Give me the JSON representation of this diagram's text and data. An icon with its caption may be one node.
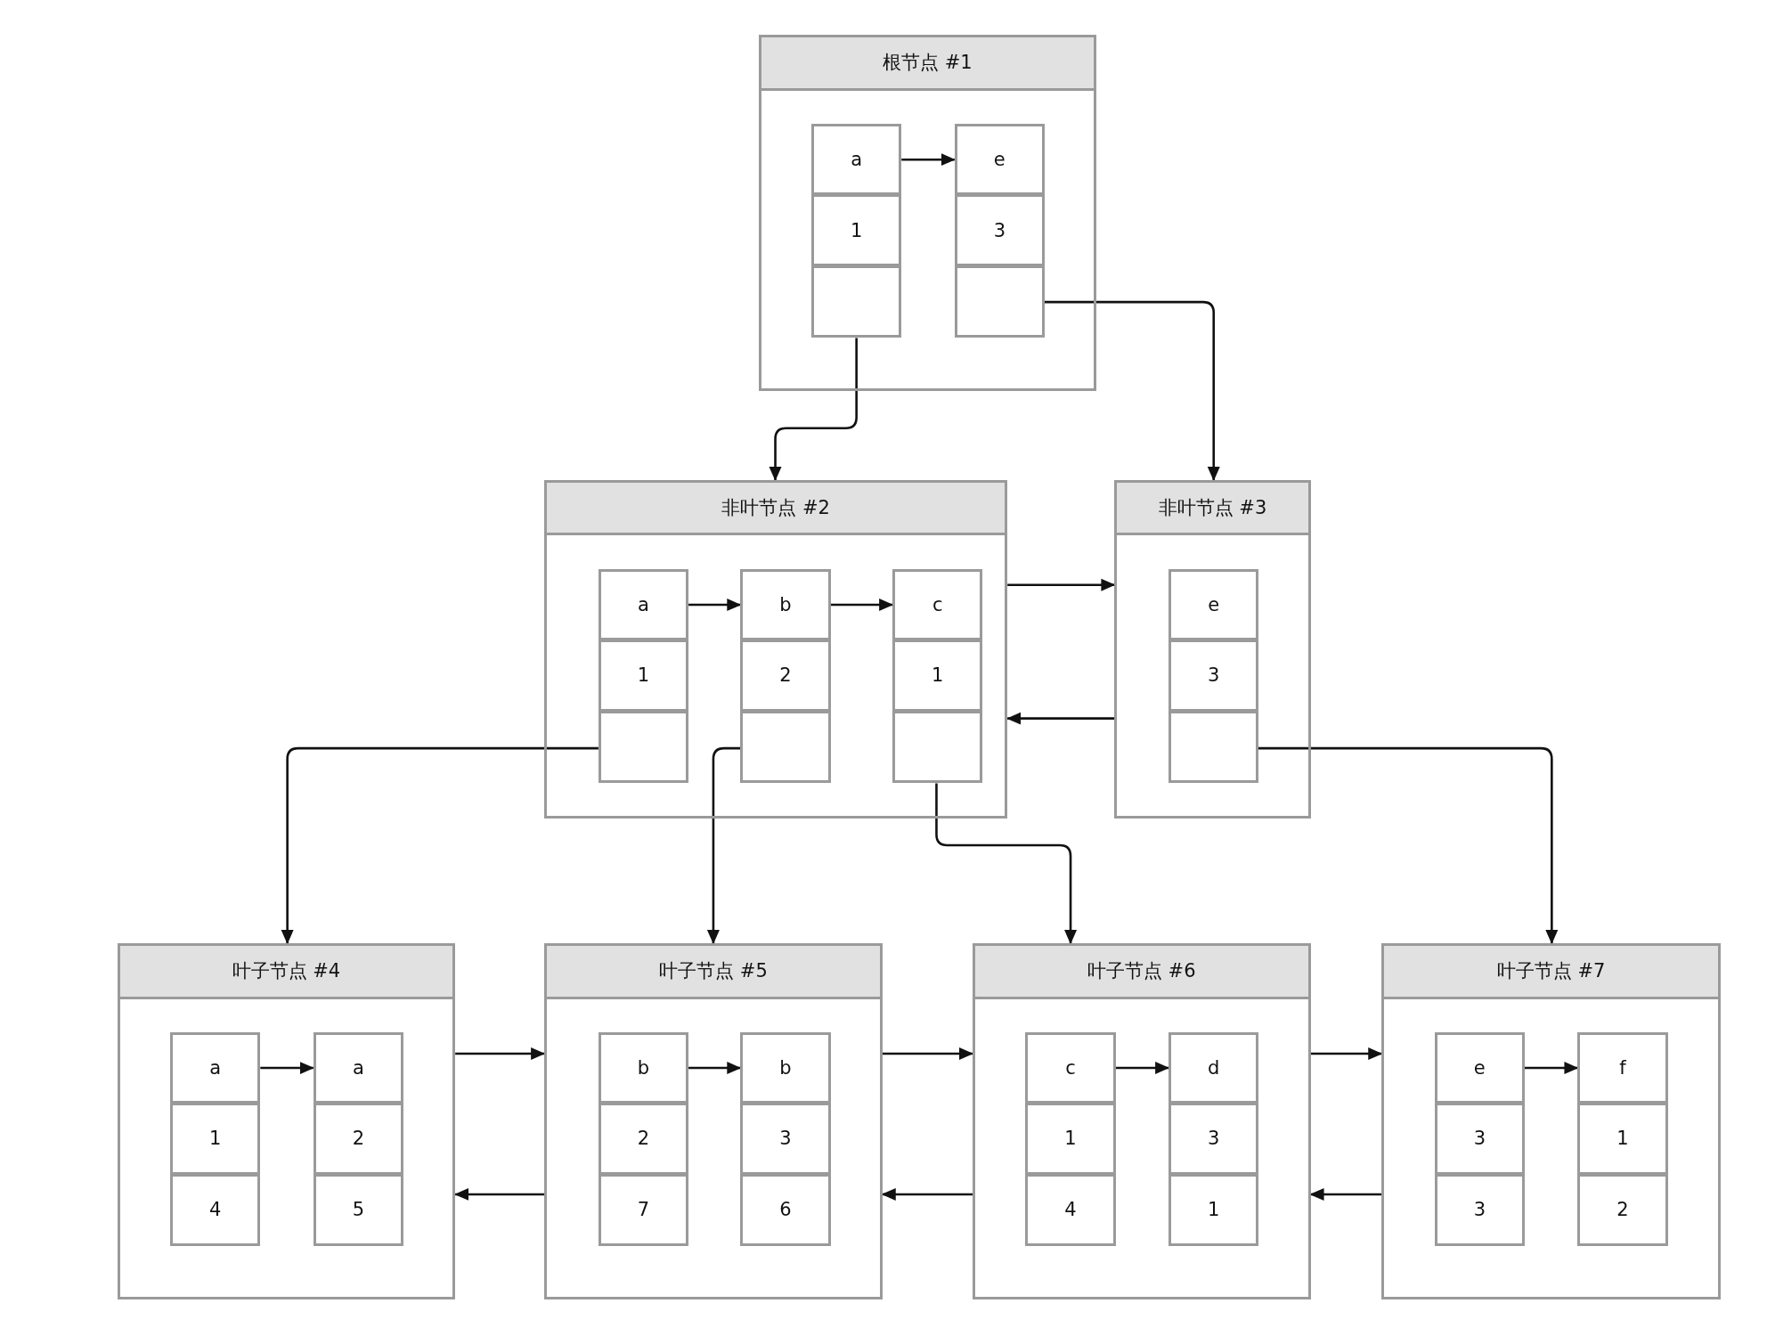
{
  "diagram": {
    "nodes": [
      {
        "text": [
          "根节点 #1"
        ]
      },
      {
        "text": [
          "a"
        ],
        "in": 0
      },
      {
        "text": [
          "1"
        ],
        "in": 0
      },
      {
        "text": [],
        "shape": "box",
        "in": 0
      },
      {
        "text": [
          "e"
        ],
        "in": 0
      },
      {
        "text": [
          "3"
        ],
        "in": 0
      },
      {
        "text": [],
        "shape": "box",
        "in": 0
      },
      {
        "text": [
          "非叶节点 #2"
        ]
      },
      {
        "text": [
          "a"
        ],
        "in": 7
      },
      {
        "text": [
          "1"
        ],
        "in": 7
      },
      {
        "text": [],
        "shape": "box",
        "in": 7
      },
      {
        "text": [
          "b"
        ],
        "in": 7
      },
      {
        "text": [
          "2"
        ],
        "in": 7
      },
      {
        "text": [],
        "shape": "box",
        "in": 7
      },
      {
        "text": [
          "c"
        ],
        "in": 7
      },
      {
        "text": [
          "1"
        ],
        "in": 7
      },
      {
        "text": [],
        "shape": "box",
        "in": 7
      },
      {
        "text": [
          "非叶节点 #3"
        ]
      },
      {
        "text": [
          "e"
        ],
        "in": 17
      },
      {
        "text": [
          "3"
        ],
        "in": 17
      },
      {
        "text": [],
        "shape": "box",
        "in": 17
      },
      {
        "text": [
          "叶子节点 #4"
        ]
      },
      {
        "text": [
          "a"
        ],
        "in": 21
      },
      {
        "text": [
          "1"
        ],
        "in": 21
      },
      {
        "text": [
          "4"
        ],
        "in": 21
      },
      {
        "text": [
          "a"
        ],
        "in": 21
      },
      {
        "text": [
          "2"
        ],
        "in": 21
      },
      {
        "text": [
          "5"
        ],
        "in": 21
      },
      {
        "text": [
          "叶子节点 #5"
        ]
      },
      {
        "text": [
          "b"
        ],
        "in": 28
      },
      {
        "text": [
          "2"
        ],
        "in": 28
      },
      {
        "text": [
          "7"
        ],
        "in": 28
      },
      {
        "text": [
          "b"
        ],
        "in": 28
      },
      {
        "text": [
          "3"
        ],
        "in": 28
      },
      {
        "text": [
          "6"
        ],
        "in": 28
      },
      {
        "text": [
          "叶子节点 #6"
        ]
      },
      {
        "text": [
          "c"
        ],
        "in": 35
      },
      {
        "text": [
          "1"
        ],
        "in": 35
      },
      {
        "text": [
          "4"
        ],
        "in": 35
      },
      {
        "text": [
          "d"
        ],
        "in": 35
      },
      {
        "text": [
          "3"
        ],
        "in": 35
      },
      {
        "text": [
          "1"
        ],
        "in": 35
      },
      {
        "text": [
          "叶子节点 #7"
        ]
      },
      {
        "text": [
          "e"
        ],
        "in": 42
      },
      {
        "text": [
          "3"
        ],
        "in": 42
      },
      {
        "text": [
          "3"
        ],
        "in": 42
      },
      {
        "text": [
          "f"
        ],
        "in": 42
      },
      {
        "text": [
          "1"
        ],
        "in": 42
      },
      {
        "text": [
          "2"
        ],
        "in": 42
      }
    ],
    "edges": [
      {
        "from": 1,
        "to": 4,
        "arrow": "to"
      },
      {
        "from": 3,
        "to": 7,
        "arrow": "to"
      },
      {
        "from": 6,
        "to": 17,
        "arrow": "to"
      },
      {
        "from": 8,
        "to": 11,
        "arrow": "to"
      },
      {
        "from": 11,
        "to": 14,
        "arrow": "to"
      },
      {
        "from": 7,
        "to": 17,
        "arrow": "to"
      },
      {
        "from": 17,
        "to": 7,
        "arrow": "to"
      },
      {
        "from": 10,
        "to": 21,
        "arrow": "to"
      },
      {
        "from": 13,
        "to": 28,
        "arrow": "to"
      },
      {
        "from": 16,
        "to": 35,
        "arrow": "to"
      },
      {
        "from": 20,
        "to": 42,
        "arrow": "to"
      },
      {
        "from": 22,
        "to": 25,
        "arrow": "to"
      },
      {
        "from": 29,
        "to": 32,
        "arrow": "to"
      },
      {
        "from": 36,
        "to": 39,
        "arrow": "to"
      },
      {
        "from": 43,
        "to": 46,
        "arrow": "to"
      },
      {
        "from": 21,
        "to": 28,
        "arrow": "to"
      },
      {
        "from": 28,
        "to": 21,
        "arrow": "to"
      },
      {
        "from": 28,
        "to": 35,
        "arrow": "to"
      },
      {
        "from": 35,
        "to": 28,
        "arrow": "to"
      },
      {
        "from": 35,
        "to": 42,
        "arrow": "to"
      },
      {
        "from": 42,
        "to": 35,
        "arrow": "to"
      }
    ]
  }
}
